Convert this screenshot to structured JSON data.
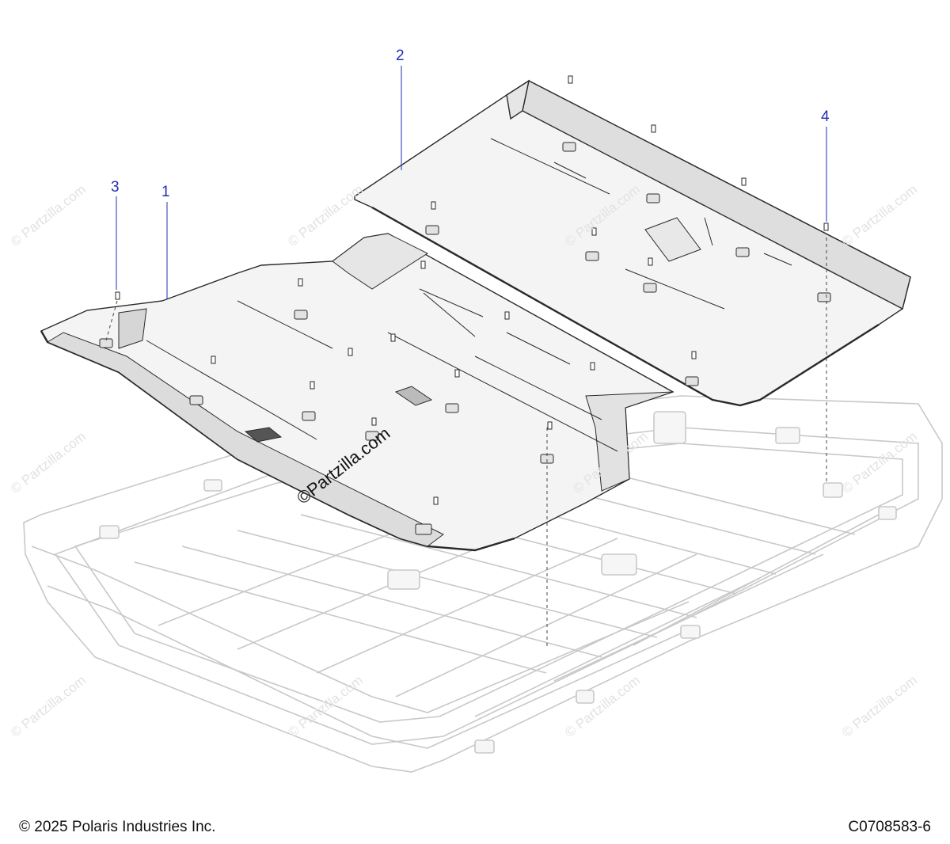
{
  "callouts": [
    {
      "id": "1",
      "label": "1"
    },
    {
      "id": "2",
      "label": "2"
    },
    {
      "id": "3",
      "label": "3"
    },
    {
      "id": "4",
      "label": "4"
    }
  ],
  "footer": {
    "copyright": "© 2025 Polaris Industries Inc.",
    "diagram_id": "C0708583-6"
  },
  "watermark": {
    "text": "© Partzilla.com",
    "center_text": "©Partzilla.com"
  },
  "colors": {
    "callout": "#1f2fb8",
    "part_line": "#2a2a2a",
    "tray_line": "#c8c8c8",
    "panel_fill": "#f4f4f4",
    "panel_shade": "#dedede"
  }
}
